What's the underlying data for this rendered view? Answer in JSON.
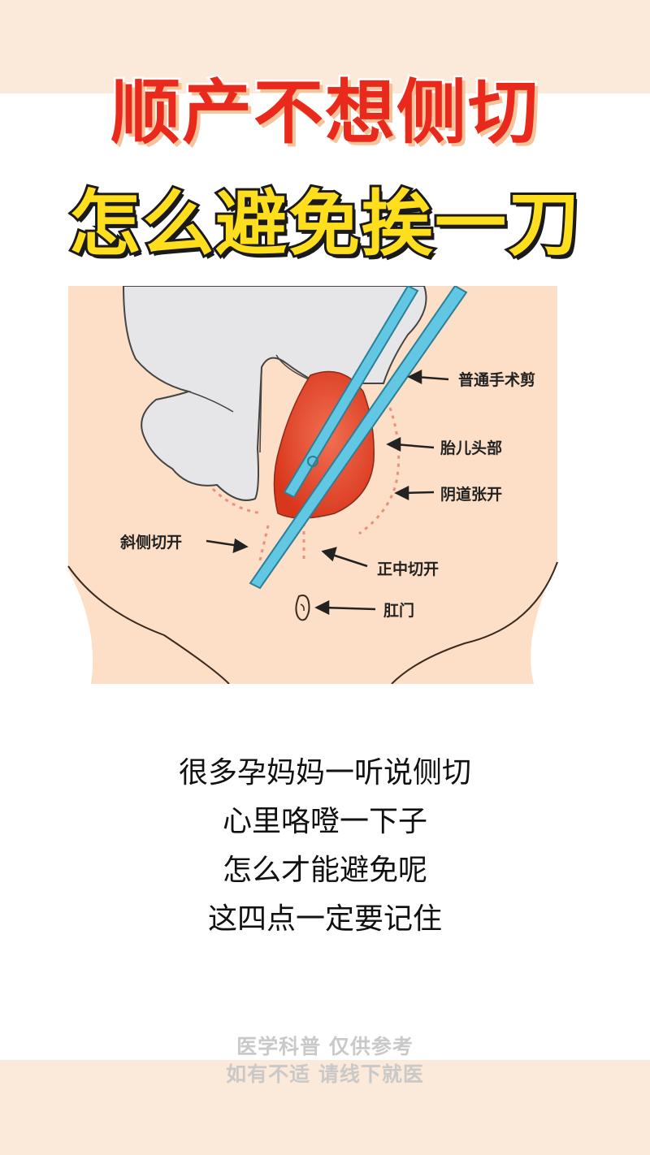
{
  "header": {
    "title_line1": "顺产不想侧切",
    "title_line2": "怎么避免挨一刀"
  },
  "diagram": {
    "labels": {
      "scissors": "普通手术剪",
      "fetal_head": "胎儿头部",
      "vagina_open": "阴道张开",
      "oblique_cut": "斜侧切开",
      "median_cut": "正中切开",
      "anus": "肛门"
    },
    "colors": {
      "skin": "#fcdfc6",
      "skin_outline": "#3a2a20",
      "glove": "#e6e6e8",
      "fetal_head": "#e44a2c",
      "scissors": "#62c7e3",
      "dots": "#e8907a"
    }
  },
  "body": {
    "lines": [
      "很多孕妈妈一听说侧切",
      "心里咯噔一下子",
      "怎么才能避免呢",
      "这四点一定要记住"
    ]
  },
  "footer": {
    "line1": "医学科普 仅供参考",
    "line2": "如有不适 请线下就医"
  },
  "colors": {
    "band": "#fbe9d9",
    "title1": "#e8291c",
    "title2": "#ffde1e"
  }
}
